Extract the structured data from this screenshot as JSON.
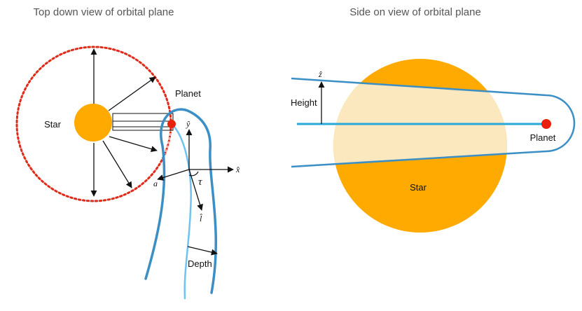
{
  "titles": {
    "left": "Top down view of orbital plane",
    "right": "Side on view of orbital plane"
  },
  "labels": {
    "star_left": "Star",
    "planet_left": "Planet",
    "depth": "Depth",
    "star_right": "Star",
    "planet_right": "Planet",
    "height": "Height"
  },
  "axes": {
    "x_hat": "x̂",
    "y_hat": "ŷ",
    "z_hat": "ẑ",
    "l_hat": "l̂",
    "a": "a",
    "tau": "τ"
  },
  "colors": {
    "star": "#FFAA00",
    "star_disk_pale": "#FCE8BE",
    "planet": "#E8200C",
    "orbit": "#E02A1A",
    "tail_outer": "#3B8FC4",
    "tail_inner": "#6FC3F0",
    "midplane": "#27A8D8"
  }
}
